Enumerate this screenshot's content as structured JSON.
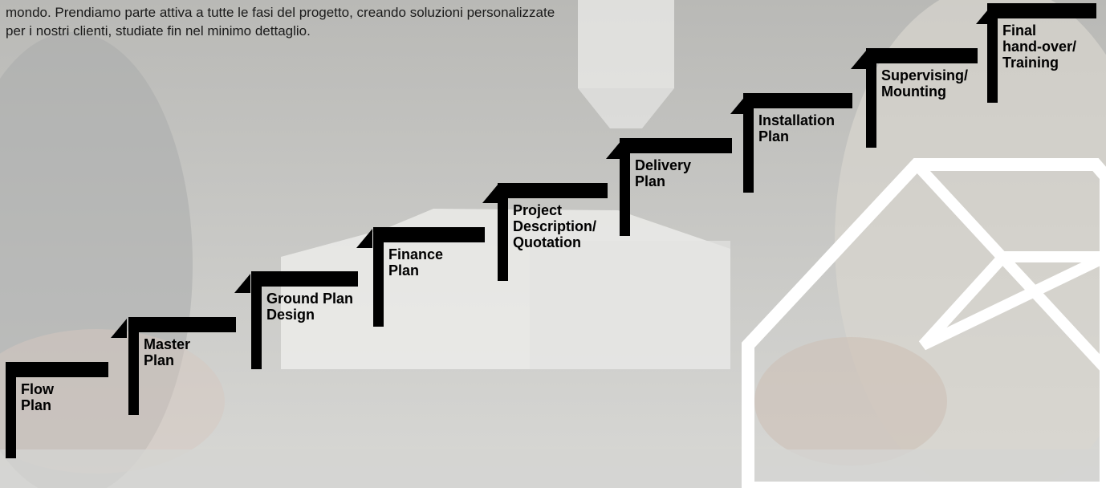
{
  "intro": {
    "line1": "mondo. Prendiamo parte attiva a tutte le fasi del progetto, creando soluzioni personalizzate",
    "line2": "per i nostri clienti, studiate fin nel minimo dettaglio."
  },
  "steps": [
    {
      "line1": "Flow",
      "line2": "Plan"
    },
    {
      "line1": "Master",
      "line2": "Plan"
    },
    {
      "line1": "Ground Plan",
      "line2": "Design"
    },
    {
      "line1": "Finance",
      "line2": "Plan"
    },
    {
      "line1": "Project",
      "line2": "Description/",
      "line3": "Quotation"
    },
    {
      "line1": "Delivery",
      "line2": "Plan"
    },
    {
      "line1": "Installation",
      "line2": "Plan"
    },
    {
      "line1": "Supervising/",
      "line2": "Mounting"
    },
    {
      "line1": "Final",
      "line2": "hand-over/",
      "line3": "Training"
    }
  ],
  "colors": {
    "background": "#c9c9c7",
    "step_bar": "#000000",
    "logo_outline": "#ffffff"
  }
}
